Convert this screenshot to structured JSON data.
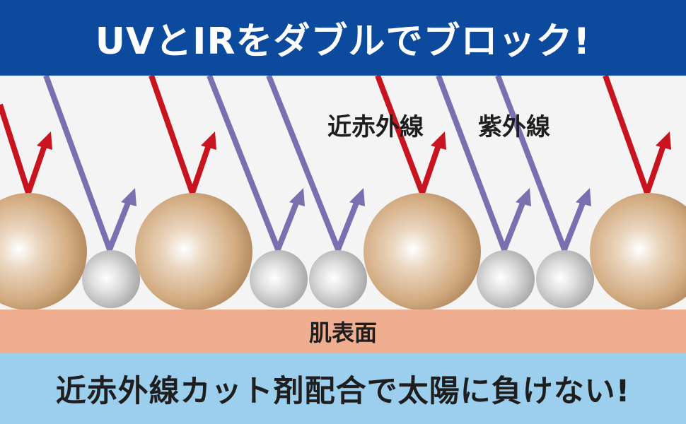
{
  "header": {
    "title": "UVとIRをダブルでブロック!"
  },
  "labels": {
    "near_infrared": "近赤外線",
    "ultraviolet": "紫外線"
  },
  "skin": {
    "label": "肌表面"
  },
  "footer": {
    "text": "近赤外線カット剤配合で太陽に負けない!"
  },
  "colors": {
    "header_bg": "#0c4a9e",
    "near_infrared_ray": "#c8141e",
    "ultraviolet_ray": "#7c6fb0",
    "skin_surface": "#f0ae90",
    "footer_bg": "#9ccfee",
    "large_particle": "#d2ae86",
    "small_particle": "#c9c9c9"
  }
}
